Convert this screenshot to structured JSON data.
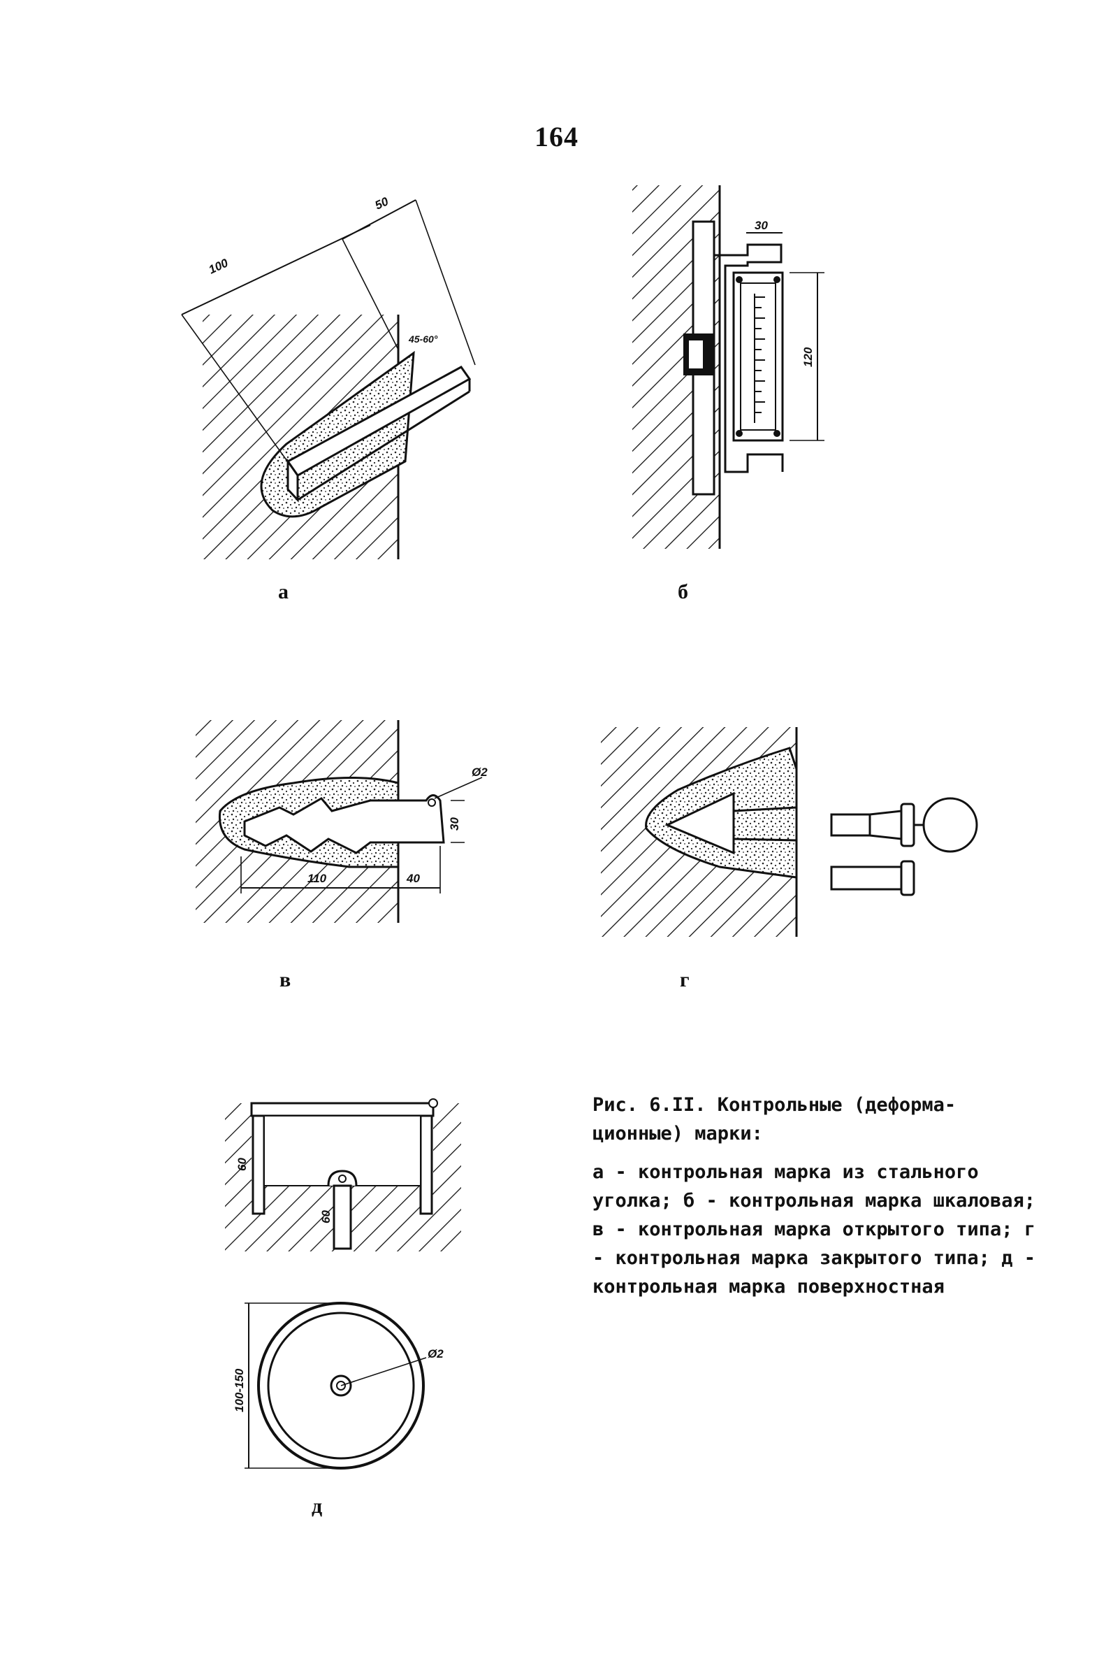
{
  "page_number": "164",
  "figures": {
    "a": {
      "label": "а",
      "dims": [
        "100",
        "50",
        "45-60°"
      ]
    },
    "b": {
      "label": "б",
      "dims": [
        "30",
        "120"
      ]
    },
    "v": {
      "label": "в",
      "dims": [
        "Ø2",
        "30",
        "110",
        "40"
      ]
    },
    "g": {
      "label": "г"
    },
    "d": {
      "label": "д",
      "dims": [
        "60",
        "60",
        "Ø2",
        "100-150"
      ]
    }
  },
  "caption": {
    "title": "Рис. 6.II. Контрольные (деформа-ционные) марки:",
    "body": "а - контрольная марка из стального уголка; б - контрольная марка шкаловая; в - контрольная марка открытого типа; г - контрольная марка закрытого типа; д - контрольная марка поверхностная"
  }
}
